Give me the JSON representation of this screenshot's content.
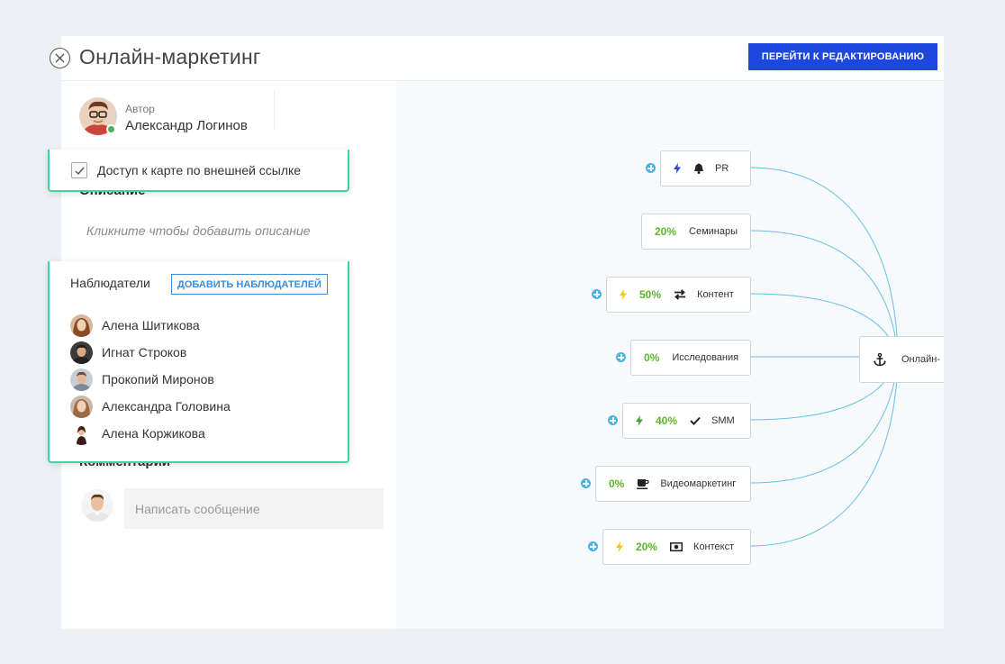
{
  "header": {
    "title": "Онлайн-маркетинг",
    "edit_button": "ПЕРЕЙТИ К РЕДАКТИРОВАНИЮ"
  },
  "author": {
    "caption": "Автор",
    "name": "Александр Логинов",
    "online": true
  },
  "access": {
    "label": "Доступ к карте по внешней ссылке",
    "checked": true
  },
  "description": {
    "label": "Описание",
    "placeholder": "Кликните чтобы добавить описание"
  },
  "observers": {
    "title": "Наблюдатели",
    "add_button": "ДОБАВИТЬ НАБЛЮДАТЕЛЕЙ",
    "people": [
      {
        "name": "Алена Шитикова"
      },
      {
        "name": "Игнат Строков"
      },
      {
        "name": "Прокопий Миронов"
      },
      {
        "name": "Александра Головина"
      },
      {
        "name": "Алена Коржикова"
      }
    ]
  },
  "comments": {
    "label": "Комментарии",
    "placeholder": "Написать сообщение"
  },
  "map": {
    "root": {
      "label": "Онлайн-",
      "icon": "anchor-icon"
    },
    "nodes": [
      {
        "label": "PR",
        "percent": "",
        "icons": [
          "lightning-blue-icon",
          "bell-icon"
        ]
      },
      {
        "label": "Семинары",
        "percent": "20%",
        "icons": []
      },
      {
        "label": "Контент",
        "percent": "50%",
        "icons": [
          "lightning-yellow-icon",
          "exchange-icon"
        ]
      },
      {
        "label": "Исследования",
        "percent": "0%",
        "icons": []
      },
      {
        "label": "SMM",
        "percent": "40%",
        "icons": [
          "lightning-green-icon",
          "check-icon"
        ]
      },
      {
        "label": "Видеомаркетинг",
        "percent": "0%",
        "icons": [
          "coffee-icon"
        ]
      },
      {
        "label": "Контекст",
        "percent": "20%",
        "icons": [
          "lightning-yellow-icon",
          "money-icon"
        ]
      }
    ],
    "colors": {
      "edge": "#62c3ea",
      "percent": "#5cb82a",
      "plus": "#4ab3e8",
      "lightning_blue": "#2444d8",
      "lightning_yellow": "#f5c518",
      "lightning_green": "#3aa82a"
    }
  },
  "colors": {
    "accent_button": "#1e47e0",
    "popup_border": "#3dd6a0",
    "page_bg": "#edf0f5"
  }
}
